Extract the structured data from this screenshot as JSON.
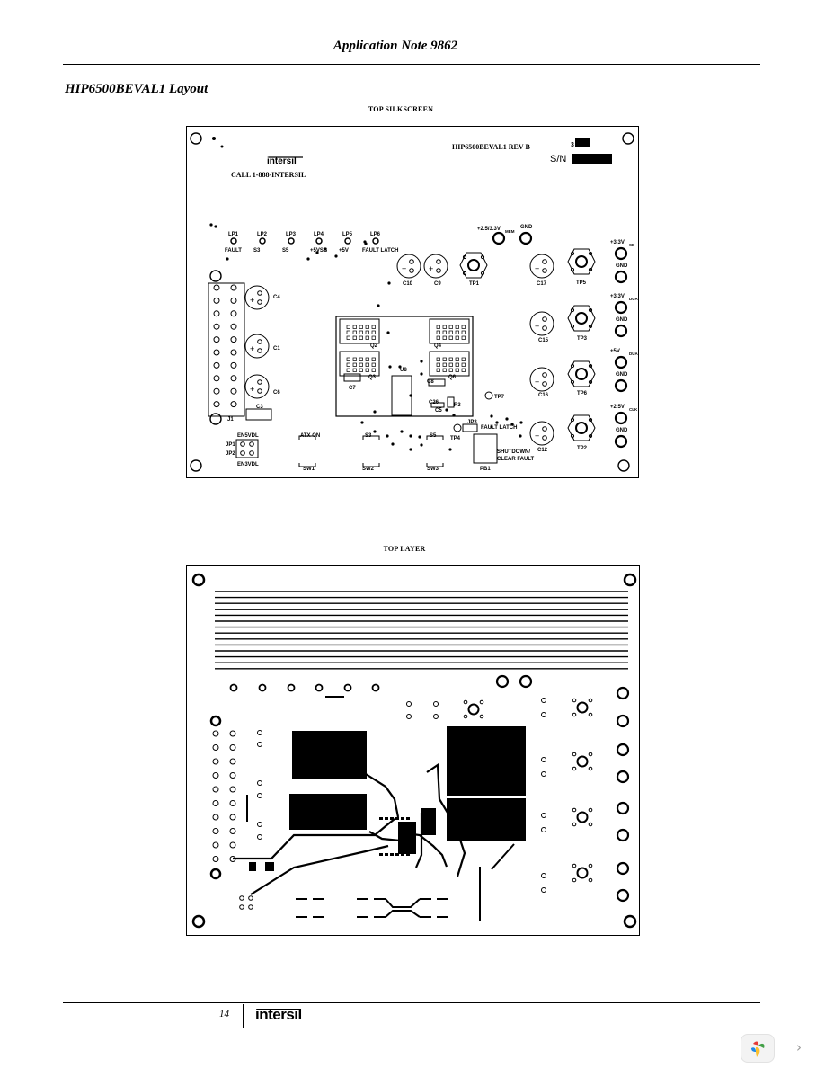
{
  "header": {
    "title": "Application Note 9862"
  },
  "section": {
    "title": "HIP6500BEVAL1 Layout"
  },
  "top_silk": {
    "caption": "TOP SILKSCREEN",
    "logo": "intersil",
    "call": "CALL 1-888-INTERSIL",
    "board_rev": "HIP6500BEVAL1 REV B",
    "sn": "S/N",
    "leds": [
      {
        "ref": "LP1",
        "label": "FAULT"
      },
      {
        "ref": "LP2",
        "label": "S3"
      },
      {
        "ref": "LP3",
        "label": "S5"
      },
      {
        "ref": "LP4",
        "label": "+5VSB"
      },
      {
        "ref": "LP5",
        "label": "+5V"
      },
      {
        "ref": "LP6",
        "label": "FAULT LATCH"
      }
    ],
    "rails_right": [
      {
        "label": "+3.3V",
        "sub": "SB"
      },
      {
        "label": "+3.3V",
        "sub": "DUAL"
      },
      {
        "label": "+5V",
        "sub": "DUAL"
      },
      {
        "label": "+2.5V",
        "sub": "CLK"
      }
    ],
    "gnd": "GND",
    "tp_top": {
      "label": "+2.5/3.3V",
      "sub": "MEM"
    },
    "caps": [
      "C10",
      "C9",
      "C17",
      "C15",
      "C16",
      "C12",
      "C4",
      "C1",
      "C6",
      "C3",
      "C7",
      "C8",
      "C26",
      "C5"
    ],
    "tps": [
      "TP1",
      "TP5",
      "TP3",
      "TP6",
      "TP2",
      "TP7",
      "TP4"
    ],
    "fets": [
      "Q2",
      "Q4",
      "Q3",
      "Q6"
    ],
    "ic": "U8",
    "res": "R3",
    "j1": "J1",
    "jumpers": {
      "title": "EN5VDL",
      "jp1": "JP1",
      "jp2": "JP2",
      "bottom": "EN3VDL",
      "jp3": "JP3",
      "fault_latch": "FAULT LATCH"
    },
    "switches": [
      {
        "top": "ATX ON",
        "ref": "SW1"
      },
      {
        "top": "S3",
        "ref": "SW2"
      },
      {
        "top": "S5",
        "ref": "SW3"
      }
    ],
    "pb": {
      "ref": "PB1",
      "line1": "SHUTDOWN/",
      "line2": "CLEAR FAULT"
    }
  },
  "top_layer": {
    "caption": "TOP LAYER"
  },
  "footer": {
    "page": "14",
    "logo": "intersil"
  }
}
